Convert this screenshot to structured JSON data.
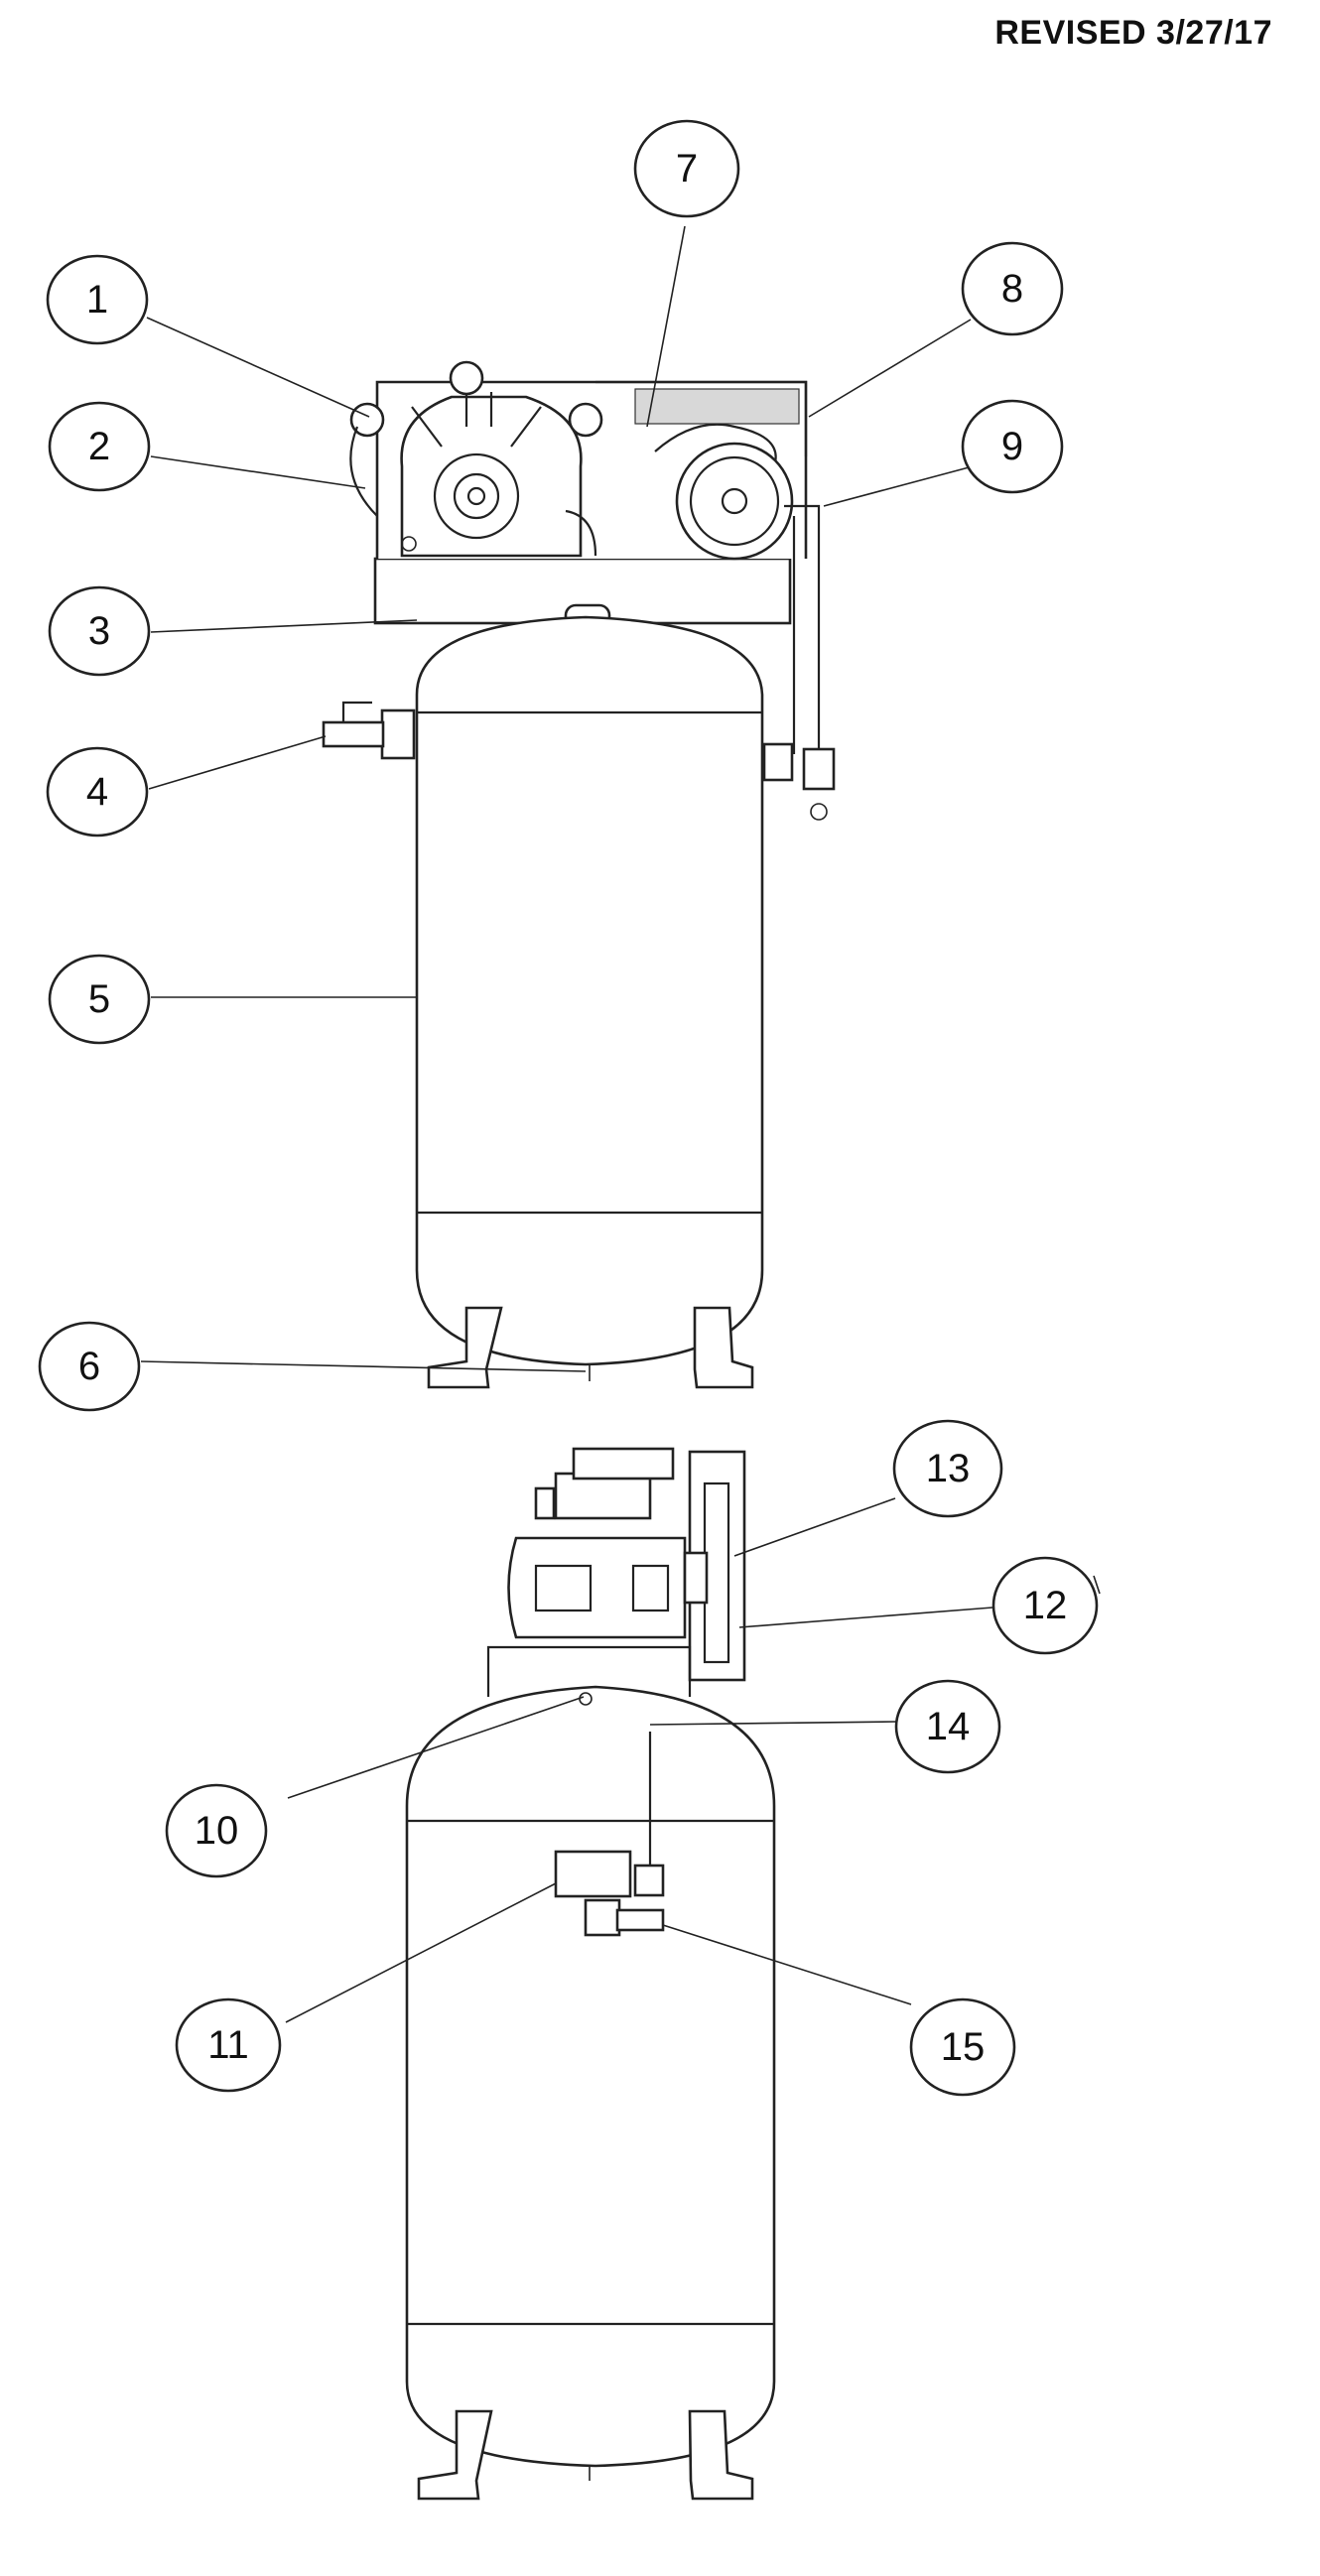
{
  "header": {
    "revised": "REVISED 3/27/17"
  },
  "callouts": {
    "c1": "1",
    "c2": "2",
    "c3": "3",
    "c4": "4",
    "c5": "5",
    "c6": "6",
    "c7": "7",
    "c8": "8",
    "c9": "9",
    "c10": "10",
    "c11": "11",
    "c12": "12",
    "c13": "13",
    "c14": "14",
    "c15": "15"
  }
}
